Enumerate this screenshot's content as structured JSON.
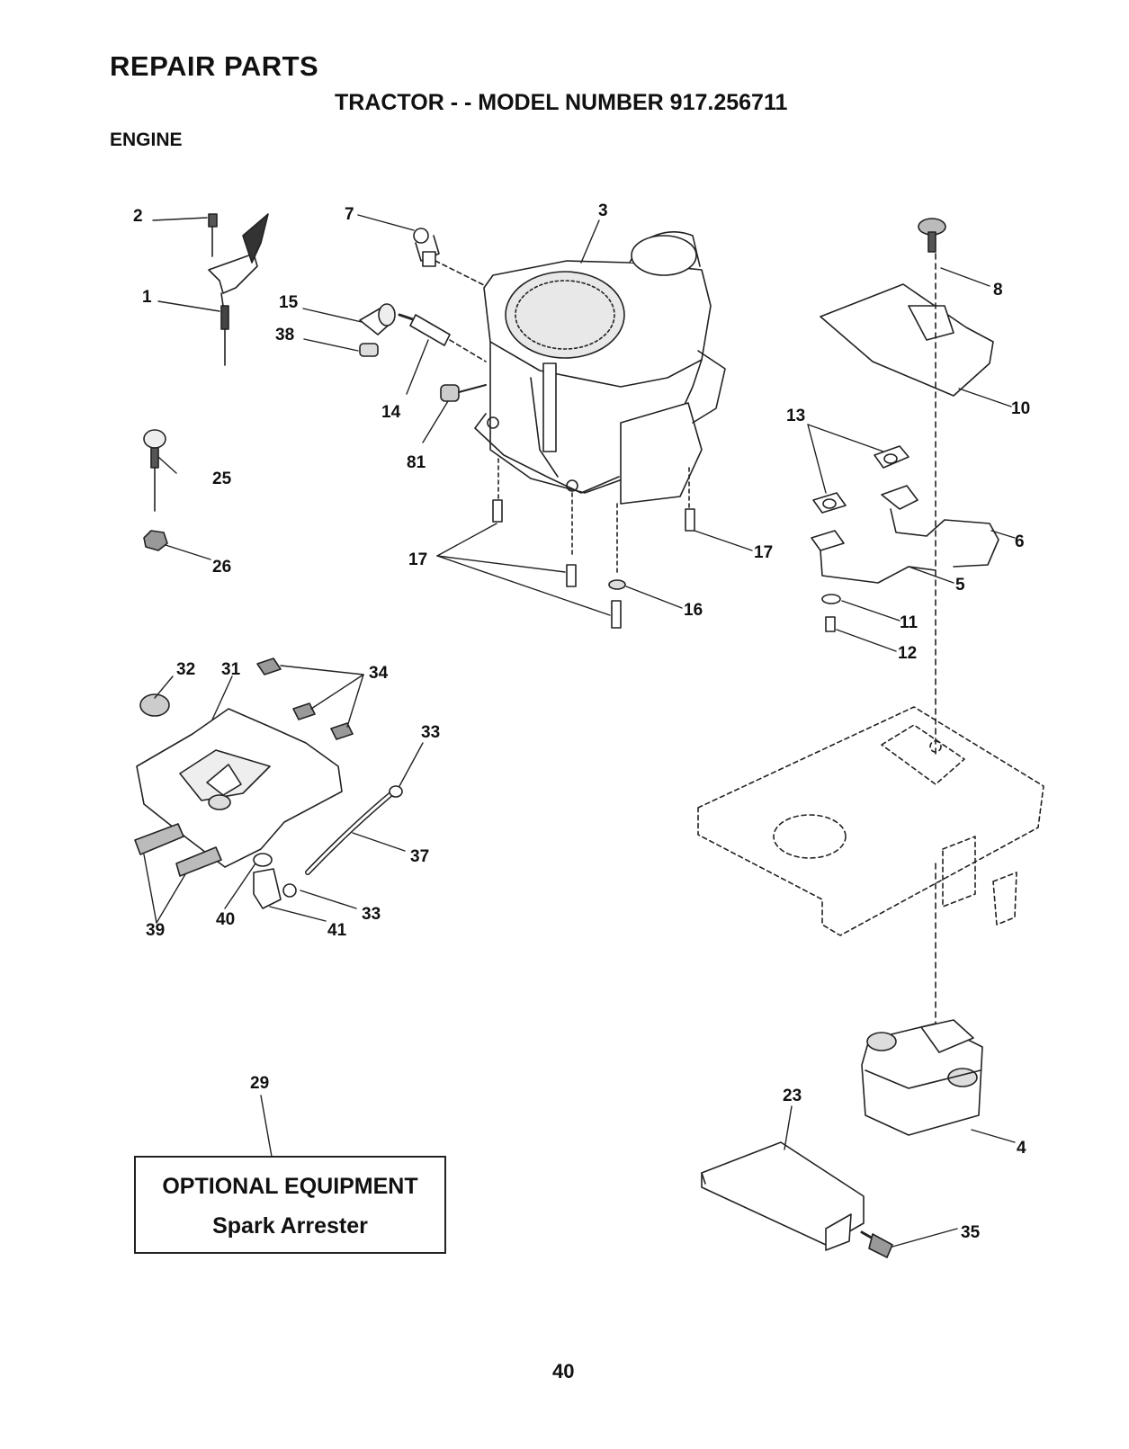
{
  "page": {
    "title": "REPAIR PARTS",
    "subtitle": "TRACTOR - - MODEL NUMBER 917.256711",
    "section": "ENGINE",
    "page_number": "40"
  },
  "optional_box": {
    "title": "OPTIONAL EQUIPMENT",
    "item": "Spark Arrester"
  },
  "callouts": {
    "c1": "1",
    "c2": "2",
    "c3": "3",
    "c4": "4",
    "c5": "5",
    "c6": "6",
    "c7": "7",
    "c8": "8",
    "c10": "10",
    "c11": "11",
    "c12": "12",
    "c13": "13",
    "c14": "14",
    "c15": "15",
    "c16": "16",
    "c17a": "17",
    "c17b": "17",
    "c23": "23",
    "c25": "25",
    "c26": "26",
    "c29": "29",
    "c31": "31",
    "c32": "32",
    "c33a": "33",
    "c33b": "33",
    "c34": "34",
    "c35": "35",
    "c37": "37",
    "c38": "38",
    "c39": "39",
    "c40": "40",
    "c41": "41",
    "c81": "81"
  }
}
